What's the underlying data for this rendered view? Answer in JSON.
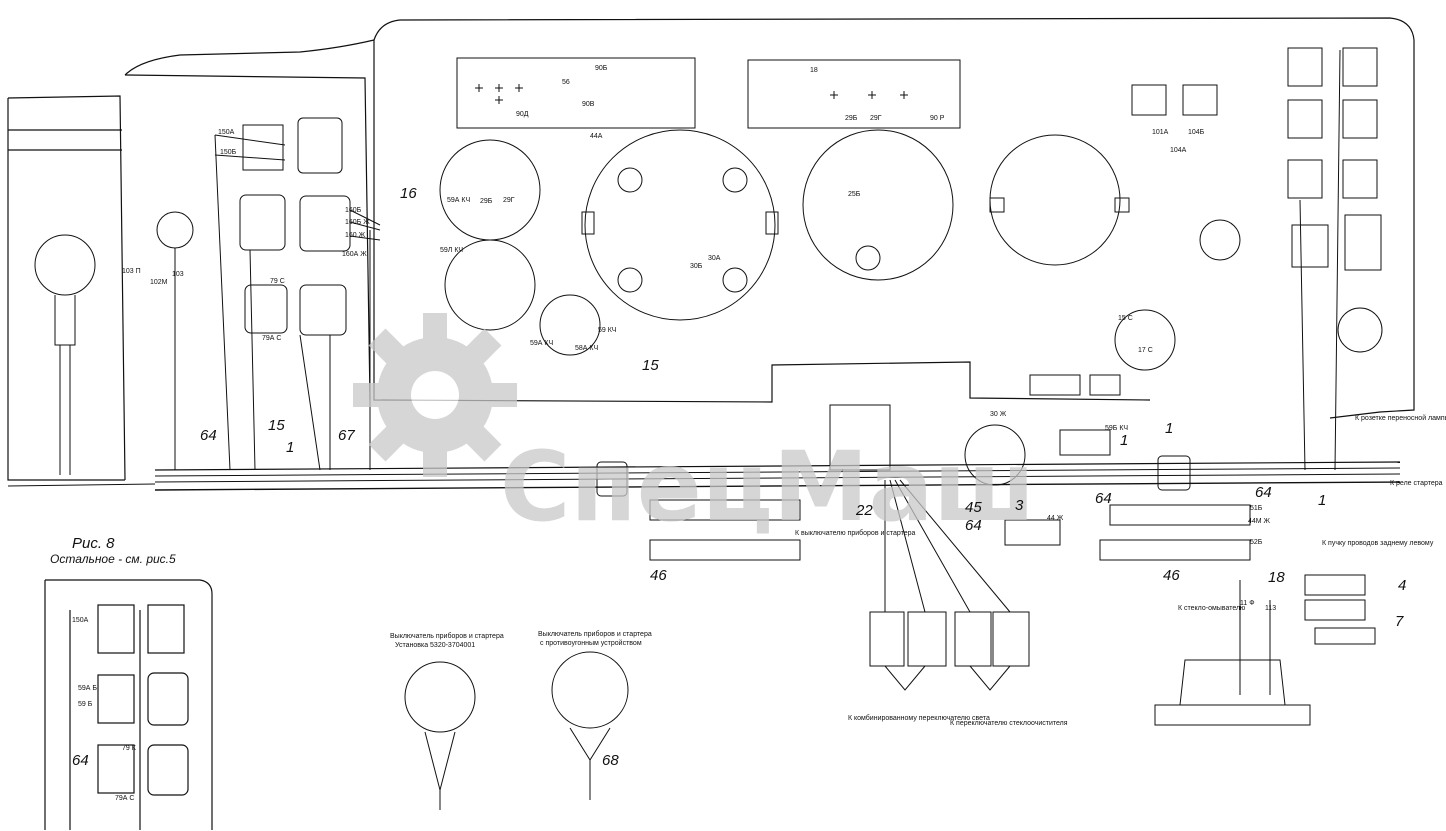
{
  "figure": {
    "caption": "Рис. 8",
    "subcaption": "Остальное - см. рис.5"
  },
  "watermark": {
    "text": "СпецМаш",
    "icon": "gear-icon",
    "color": "#c8c8c8"
  },
  "callouts": [
    "64",
    "15",
    "1",
    "67",
    "15",
    "22",
    "45",
    "3",
    "64",
    "64",
    "46",
    "1",
    "64",
    "46",
    "18",
    "1",
    "4",
    "7",
    "16",
    "1",
    "68",
    "64"
  ],
  "notes": {
    "to_instrument_switch": "К выключателю приборов и стартера",
    "to_light_switch": "К комбинированному переключателю света",
    "to_wiper_switch": "К переключателю стеклоочистителя",
    "to_washer": "К стекло-омывателю",
    "to_rear_bundle": "К пучку проводов заднему левому",
    "to_lamp_socket": "К розетке переносной лампы",
    "to_starter_relay": "К реле стартера"
  },
  "switch_left": {
    "title": "Выключатель приборов и стартера",
    "subtitle": "Установка 5320-3704001"
  },
  "switch_right": {
    "title": "Выключатель приборов и стартера",
    "subtitle": "с противоугонным устройством"
  },
  "wire_tags": [
    "150А",
    "150Б",
    "160Б",
    "160Б Ж",
    "160 Ж",
    "160А Ж",
    "79 С",
    "79А С",
    "103 П",
    "103",
    "102М",
    "59А КЧ",
    "29Б",
    "29Г",
    "59Л КЧ",
    "59А КЧ",
    "58А КЧ",
    "59 КЧ",
    "30Б",
    "30А",
    "44А",
    "90Б",
    "90В",
    "90Д",
    "90 Р",
    "56",
    "18",
    "25Б",
    "29Б",
    "29Г",
    "101А",
    "104Б",
    "104А",
    "15 С",
    "17 С",
    "59Б КЧ",
    "30 Ж",
    "44 Ж",
    "44М Ж",
    "51Б",
    "52Б",
    "11 Ф",
    "113",
    "79 К",
    "79А С",
    "150А",
    "59А Б",
    "59 Б"
  ]
}
